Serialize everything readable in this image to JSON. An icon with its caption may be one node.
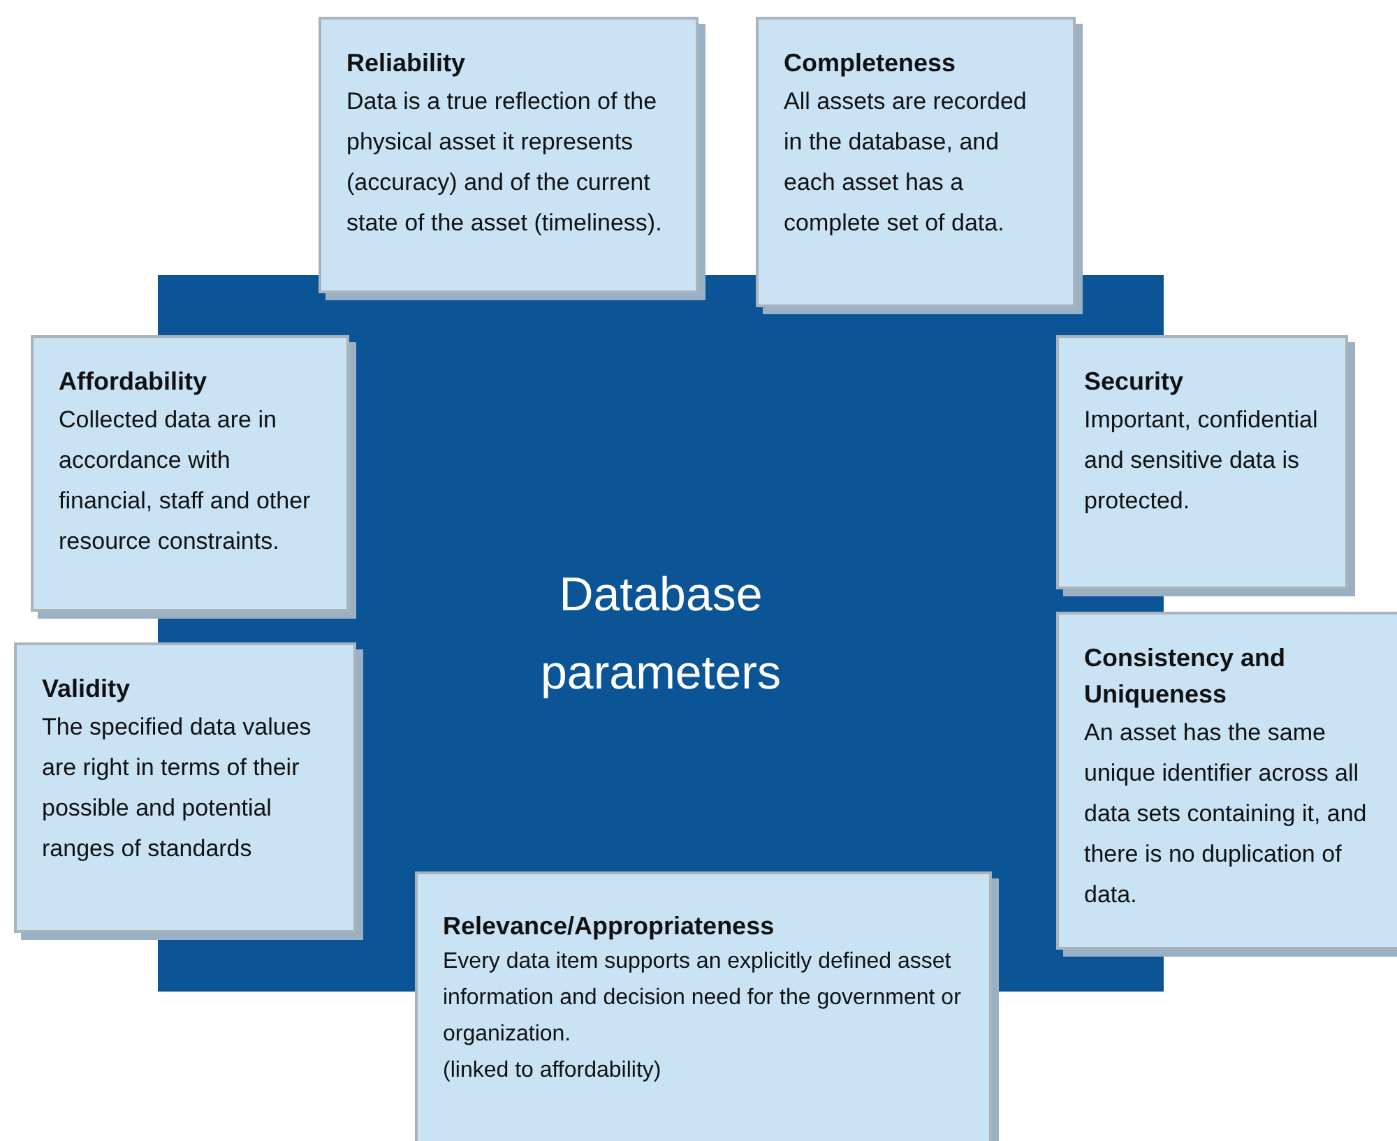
{
  "diagram": {
    "nodes": [
      {
        "text": [
          "Reliability",
          "Data is a true reflection of the physical asset it represents (accuracy) and of the current state of the asset (timeliness)."
        ]
      },
      {
        "text": [
          "Completeness",
          "All assets are recorded in the database, and each asset has a complete set of data."
        ]
      },
      {
        "text": [
          "Affordability",
          "Collected data are in accordance with financial, staff and other resource constraints."
        ]
      },
      {
        "text": [
          "Security",
          "Important, confidential and sensitive data is protected."
        ]
      },
      {
        "text": [
          "Database parameters"
        ]
      },
      {
        "text": [
          "Consistency and Uniqueness",
          "An asset has the same unique identifier across all data sets containing it, and there is no duplication of data."
        ]
      },
      {
        "text": [
          "Validity",
          "The specified data values are right in terms of their possible and potential ranges of standards"
        ]
      },
      {
        "text": [
          "Relevance/Appropriateness",
          "Every data item supports an explicitly defined asset information and decision need for the government or organization.",
          "(linked to affordability)"
        ]
      }
    ]
  }
}
